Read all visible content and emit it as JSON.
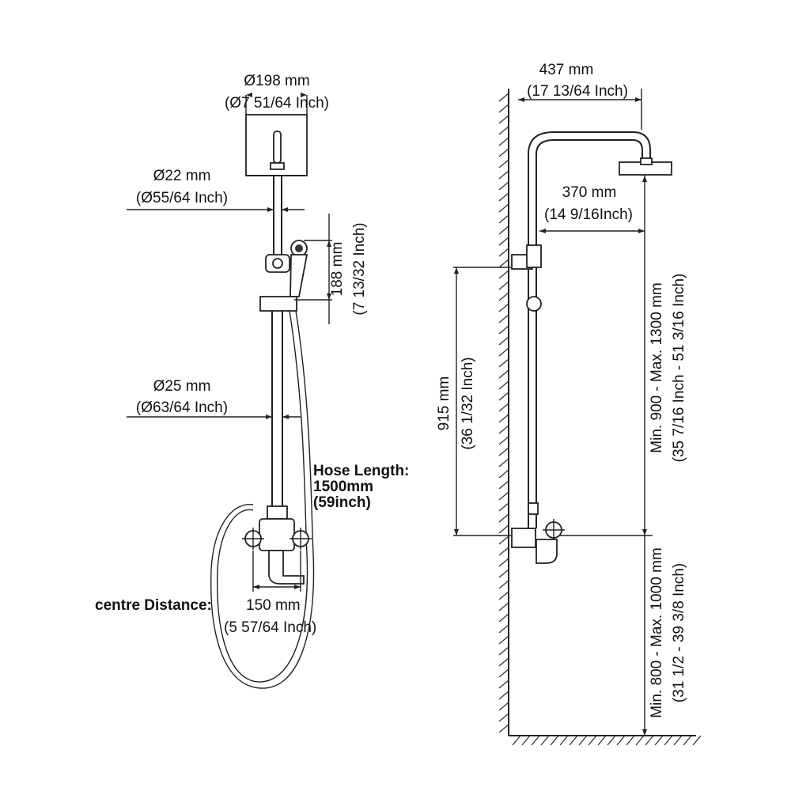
{
  "front_view": {
    "head_diameter": {
      "mm": "Ø198 mm",
      "inch": "(Ø7 51/64 Inch)"
    },
    "upper_pipe_diameter": {
      "mm": "Ø22 mm",
      "inch": "(Ø55/64 Inch)"
    },
    "hand_shower_length": {
      "mm": "188 mm",
      "inch": "(7 13/32 Inch)"
    },
    "lower_pipe_diameter": {
      "mm": "Ø25 mm",
      "inch": "(Ø63/64 Inch)"
    },
    "hose": {
      "title": "Hose Length:",
      "mm": "1500mm",
      "inch": "(59inch)"
    },
    "centre_distance": {
      "label": "centre Distance:",
      "mm": "150 mm",
      "inch": "(5 57/64 Inch)"
    }
  },
  "side_view": {
    "projection": {
      "mm": "437 mm",
      "inch": "(17 13/64 Inch)"
    },
    "arm_height": {
      "mm": "370 mm",
      "inch": "(14 9/16Inch)"
    },
    "bracket_spacing": {
      "mm": "915 mm",
      "inch": "(36 1/32 Inch)"
    },
    "head_height_range": {
      "mm": "Min. 900 - Max. 1300 mm",
      "inch": "(35 7/16 Inch - 51 3/16 Inch)"
    },
    "mixer_height_range": {
      "mm": "Min. 800 - Max. 1000 mm",
      "inch": "(31 1/2 - 39 3/8 Inch)"
    }
  }
}
